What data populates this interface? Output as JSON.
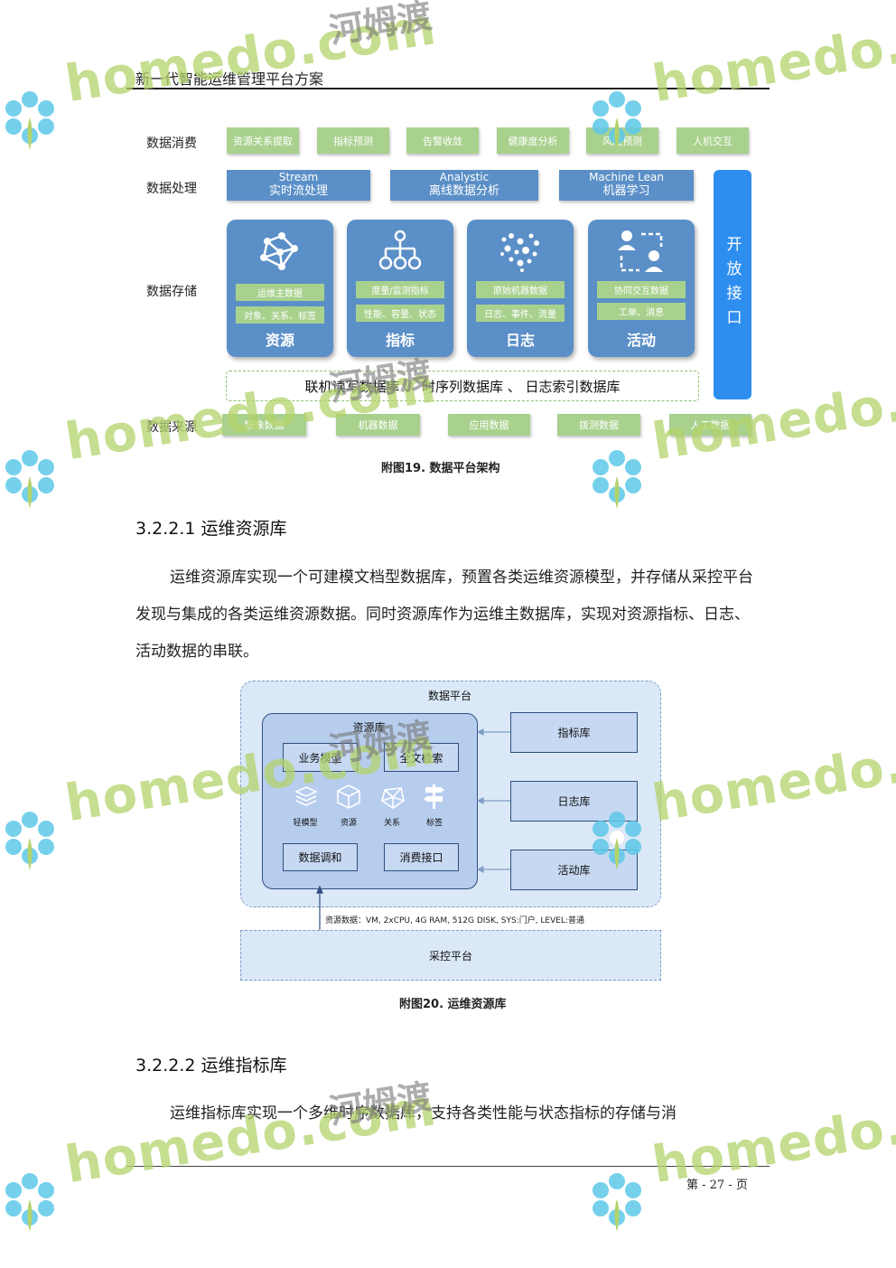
{
  "header": {
    "title": "新一代智能运维管理平台方案"
  },
  "footer": {
    "page": "第 - 27 - 页"
  },
  "fig19": {
    "row_labels": [
      "数据消费",
      "数据处理",
      "数据存储",
      "数据来源"
    ],
    "consumption": [
      "资源关系提取",
      "指标预测",
      "告警收敛",
      "健康度分析",
      "风险预测",
      "人机交互"
    ],
    "processing": [
      {
        "line1": "Stream",
        "line2": "实时流处理"
      },
      {
        "line1": "Analystic",
        "line2": "离线数据分析"
      },
      {
        "line1": "Machine Lean",
        "line2": "机器学习"
      }
    ],
    "storage": [
      {
        "sub1": "运维主数据",
        "sub2": "对象、关系、标签",
        "title": "资源"
      },
      {
        "sub1": "度量/监测指标",
        "sub2": "性能、容量、状态",
        "title": "指标"
      },
      {
        "sub1": "原始机器数据",
        "sub2": "日志、事件、流量",
        "title": "日志"
      },
      {
        "sub1": "协同交互数据",
        "sub2": "工单、消息",
        "title": "活动"
      }
    ],
    "open_interface": "开放接口",
    "db_row": "联机读写数据库 、 时序列数据库 、 日志索引数据库",
    "sources": [
      "镜像数据",
      "机器数据",
      "应用数据",
      "拨测数据",
      "人工数据"
    ],
    "caption": "附图19.  数据平台架构"
  },
  "section1": {
    "heading": "3.2.2.1 运维资源库",
    "para": "运维资源库实现一个可建模文档型数据库，预置各类运维资源模型，并存储从采控平台发现与集成的各类运维资源数据。同时资源库作为运维主数据库，实现对资源指标、日志、活动数据的串联。"
  },
  "fig20": {
    "platform": "数据平台",
    "library": "资源库",
    "business_model": "业务模型",
    "fulltext": "全文检索",
    "icons": [
      "轻模型",
      "资源",
      "关系",
      "标签"
    ],
    "reconcile": "数据调和",
    "consume_api": "消费接口",
    "right_boxes": [
      "指标库",
      "日志库",
      "活动库"
    ],
    "resource_data": "资源数据：VM, 2xCPU, 4G RAM, 512G DISK, SYS:门户, LEVEL:普通",
    "collect": "采控平台",
    "caption": "附图20.    运维资源库"
  },
  "section2": {
    "heading": "3.2.2.2 运维指标库",
    "para": "运维指标库实现一个多维时序数据库，支持各类性能与状态指标的存储与消"
  },
  "watermark": {
    "brand": "homedo.com",
    "cn": "河姆渡"
  }
}
